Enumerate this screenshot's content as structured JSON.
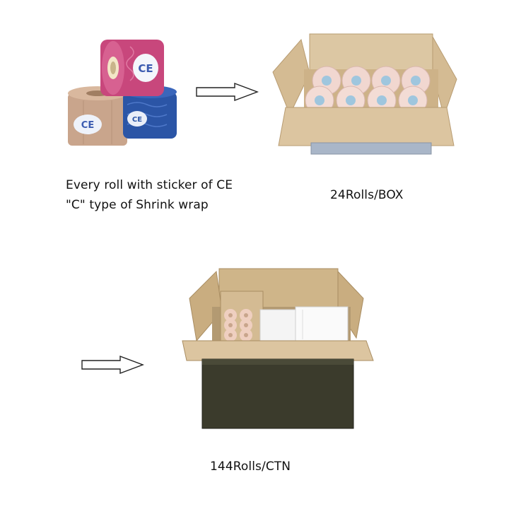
{
  "captions": {
    "sticker_line": "Every roll with sticker of CE",
    "wrap_line": "\"C\" type of Shrink wrap",
    "box_qty": "24Rolls/BOX",
    "carton_qty": "144Rolls/CTN"
  },
  "sticker_text": "CE",
  "colors": {
    "pink_tape": "#c8477c",
    "beige_tape": "#c9a58c",
    "blue_tape": "#2b55a6",
    "cardboard": "#d8c19c",
    "cardboard_dark": "#b59a6f",
    "roll_face": "#f1d7d0",
    "roll_core": "#9fc6de"
  }
}
